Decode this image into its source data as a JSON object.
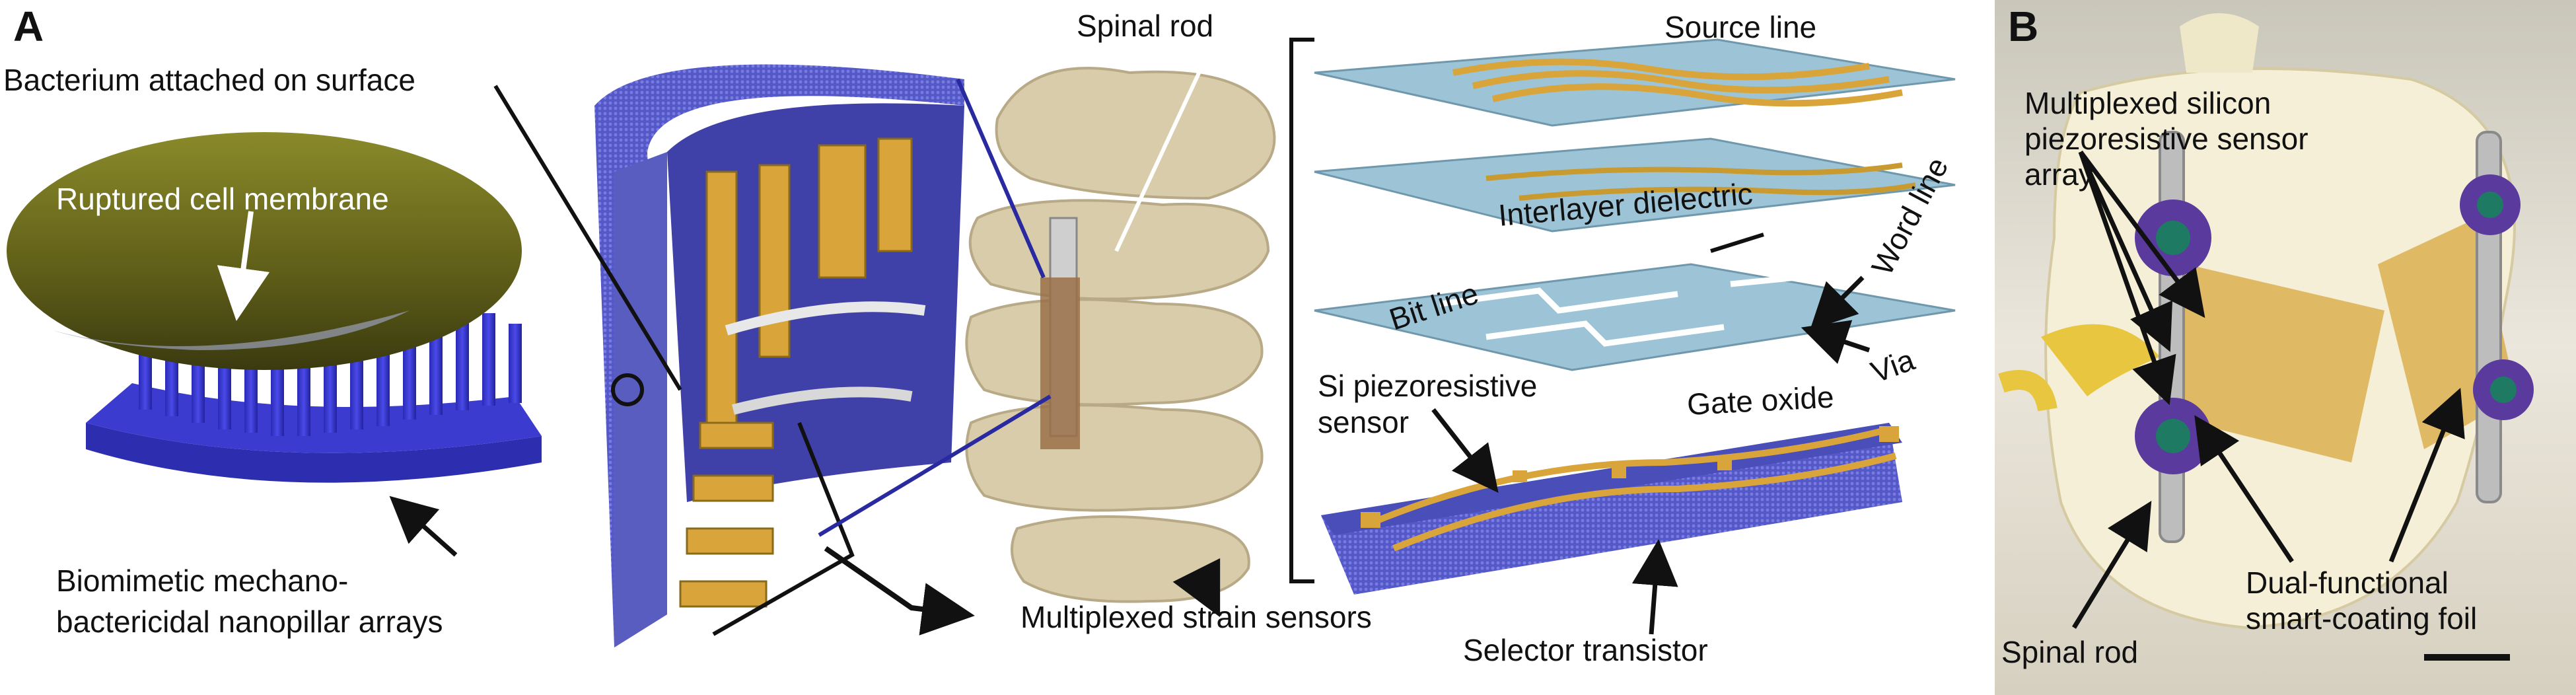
{
  "panels": {
    "a": "A",
    "b": "B"
  },
  "labels": {
    "bacterium": "Bacterium attached on surface",
    "ruptured": "Ruptured cell membrane",
    "biomimetic_1": "Biomimetic mechano-",
    "biomimetic_2": "bactericidal nanopillar arrays",
    "spinal_rod_a": "Spinal rod",
    "multiplexed_strain": "Multiplexed strain sensors",
    "source_line": "Source line",
    "interlayer": "Interlayer dielectric",
    "word_line": "Word line",
    "bit_line": "Bit line",
    "via": "Via",
    "si_sensor_1": "Si piezoresistive",
    "si_sensor_2": "sensor",
    "gate_oxide": "Gate oxide",
    "selector": "Selector transistor",
    "mux_1": "Multiplexed silicon",
    "mux_2": "piezoresistive sensor",
    "mux_3": "array",
    "spinal_rod_b": "Spinal rod",
    "dual_1": "Dual-functional",
    "dual_2": "smart-coating foil"
  },
  "colors": {
    "nanopillar": "#3a3ad0",
    "bacterium": "#6b6a1c",
    "gold": "#d9a53a",
    "bone": "#d9ccaa",
    "layer": "#9cc3d6",
    "base": "#5a5fb8",
    "photo_bg": "#e6e2d6"
  }
}
